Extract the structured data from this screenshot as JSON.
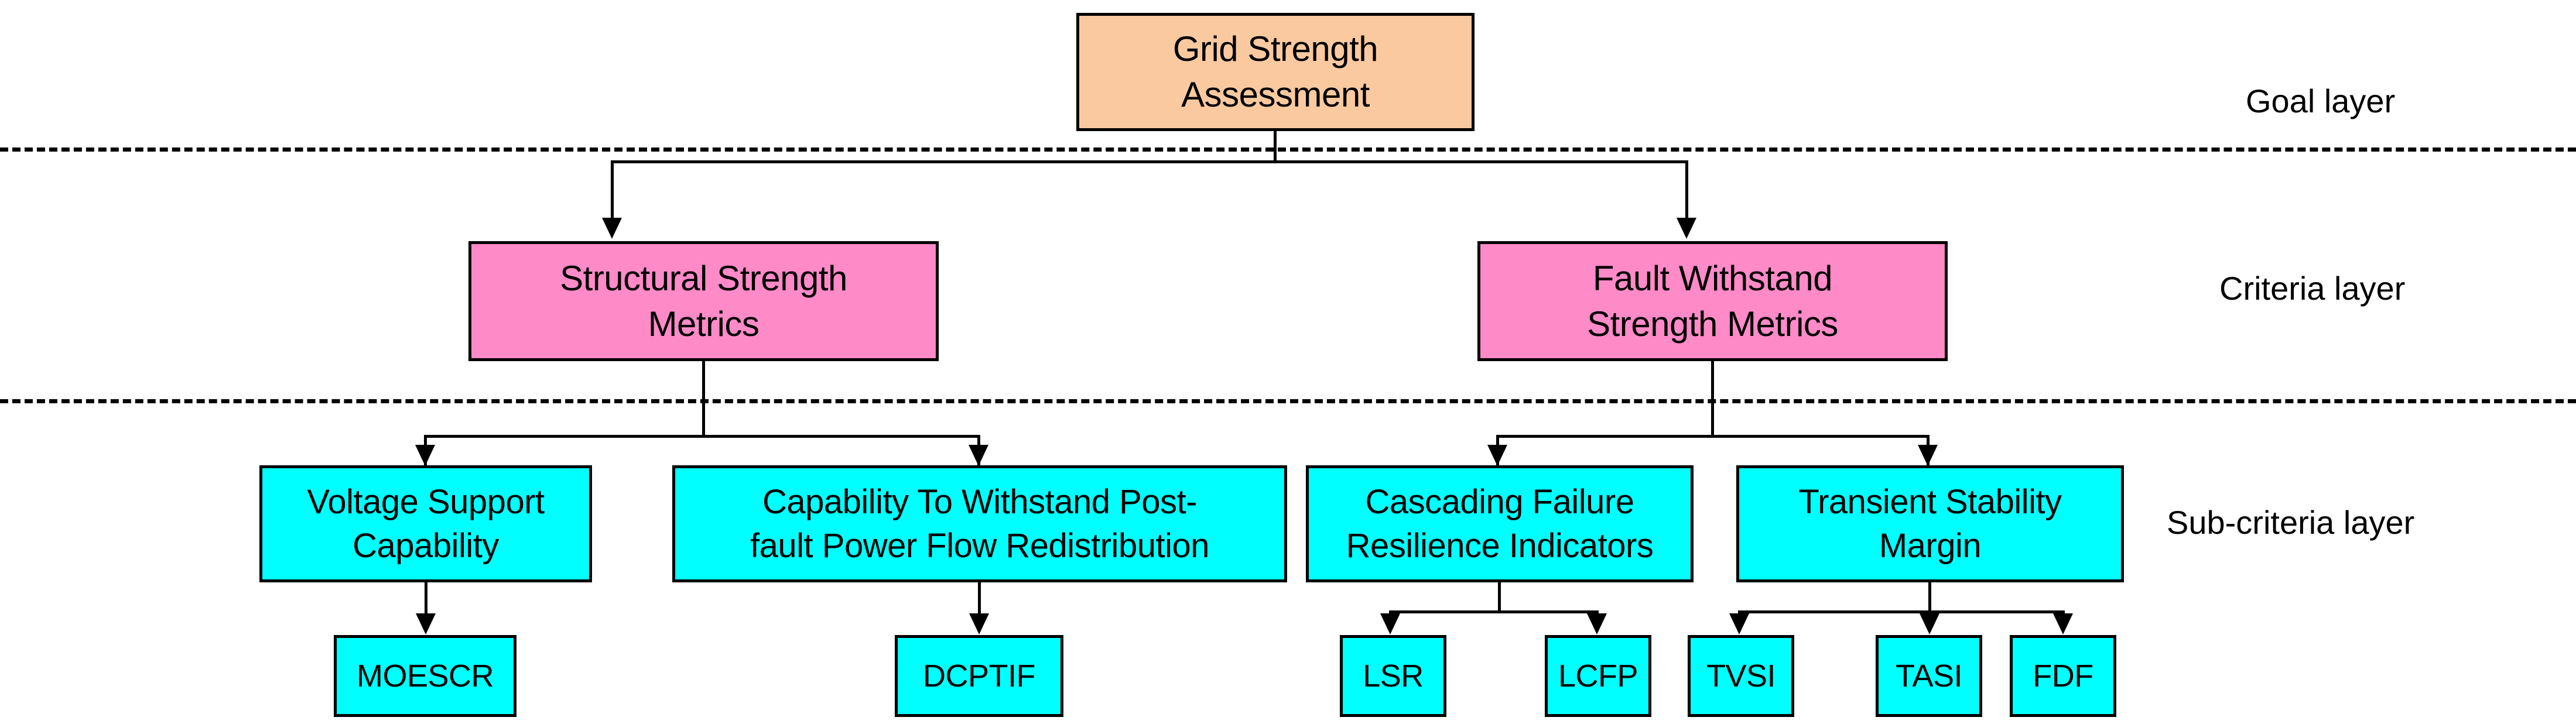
{
  "diagram": {
    "title": "Grid Strength Assessment Hierarchy",
    "type": "hierarchy-tree",
    "colors": {
      "goal_fill": "#FAC9A0",
      "criteria_fill": "#FF8AC8",
      "subcriteria_fill": "#00FFFF",
      "leaf_fill": "#00FFFF",
      "border": "#000000",
      "background": "#FFFFFF"
    }
  },
  "layer_labels": [
    {
      "id": "goal",
      "text": "Goal layer"
    },
    {
      "id": "criteria",
      "text": "Criteria layer"
    },
    {
      "id": "subcriteria",
      "text": "Sub-criteria layer"
    }
  ],
  "nodes": {
    "goal": {
      "label": "Grid Strength\nAssessment"
    },
    "criteria": [
      {
        "id": "structural",
        "label": "Structural Strength\nMetrics"
      },
      {
        "id": "fault-withstand",
        "label": "Fault Withstand\nStrength Metrics"
      }
    ],
    "subcriteria": [
      {
        "id": "voltage-support",
        "label": "Voltage Support\nCapability"
      },
      {
        "id": "postfault-redistribution",
        "label": "Capability To Withstand Post-\nfault Power Flow Redistribution"
      },
      {
        "id": "cascading-failure",
        "label": "Cascading Failure\nResilience Indicators"
      },
      {
        "id": "transient-stability",
        "label": "Transient Stability\nMargin"
      }
    ],
    "leaves": [
      {
        "id": "moescr",
        "label": "MOESCR",
        "parent": "voltage-support"
      },
      {
        "id": "dcptif",
        "label": "DCPTIF",
        "parent": "postfault-redistribution"
      },
      {
        "id": "lsr",
        "label": "LSR",
        "parent": "cascading-failure"
      },
      {
        "id": "lcfp",
        "label": "LCFP",
        "parent": "cascading-failure"
      },
      {
        "id": "tvsi",
        "label": "TVSI",
        "parent": "transient-stability"
      },
      {
        "id": "tasi",
        "label": "TASI",
        "parent": "transient-stability"
      },
      {
        "id": "fdf",
        "label": "FDF",
        "parent": "transient-stability"
      }
    ]
  },
  "edges": [
    {
      "from": "goal",
      "to": "structural"
    },
    {
      "from": "goal",
      "to": "fault-withstand"
    },
    {
      "from": "structural",
      "to": "voltage-support"
    },
    {
      "from": "structural",
      "to": "postfault-redistribution"
    },
    {
      "from": "fault-withstand",
      "to": "cascading-failure"
    },
    {
      "from": "fault-withstand",
      "to": "transient-stability"
    },
    {
      "from": "voltage-support",
      "to": "moescr"
    },
    {
      "from": "postfault-redistribution",
      "to": "dcptif"
    },
    {
      "from": "cascading-failure",
      "to": "lsr"
    },
    {
      "from": "cascading-failure",
      "to": "lcfp"
    },
    {
      "from": "transient-stability",
      "to": "tvsi"
    },
    {
      "from": "transient-stability",
      "to": "tasi"
    },
    {
      "from": "transient-stability",
      "to": "fdf"
    }
  ]
}
